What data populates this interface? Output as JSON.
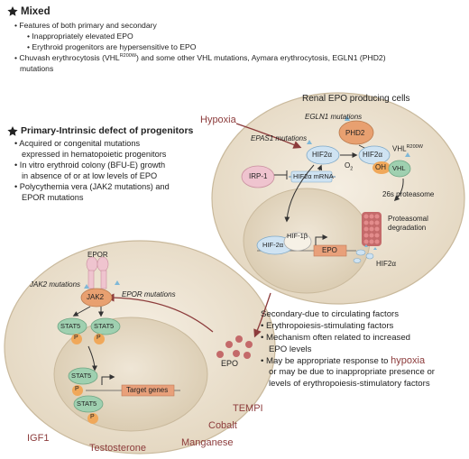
{
  "mixed": {
    "title": "Mixed",
    "lines": [
      "• Features of both primary and secondary",
      "• Inappropriately elevated EPO",
      "• Erythroid progenitors are hypersensitive to EPO",
      "• Chuvash erythrocytosis (VHL",
      "R200W",
      ") and some other VHL mutations, Aymara erythrocytosis, EGLN1 (PHD2)",
      "mutations"
    ]
  },
  "primary": {
    "title": "Primary-Intrinsic defect of progenitors",
    "lines": [
      "• Acquired or congenital mutations",
      "expressed in hematopoietic progenitors",
      "• In vitro erythroid colony (BFU-E) growth",
      "in absence of or at low levels of EPO",
      "• Polycythemia vera (JAK2 mutations) and",
      "EPOR mutations"
    ]
  },
  "secondary": {
    "title": "Secondary-due to circulating factors",
    "lines": [
      "• Erythropoiesis-stimulating factors",
      "• Mechanism often related to increased",
      "EPO levels",
      "• May be appropriate response to",
      "hypoxia",
      "or may be due to inappropriate presence or",
      "levels of erythropoiesis-stimulatory factors"
    ]
  },
  "renal": {
    "title": "Renal EPO producing cells",
    "hypoxia": "Hypoxia",
    "egln1": "EGLN1 mutations",
    "phd2": "PHD2",
    "epas1": "EPAS1 mutations",
    "hif2a": "HIF2α",
    "hif2a_oh": "HIF2α",
    "oh": "OH",
    "o2": "O",
    "o2_sub": "2",
    "vhl_mut": "VHL",
    "vhl_mut_sup": "R200W",
    "vhl": "VHL",
    "irp1": "IRP-1",
    "mrna": "HIF2α mRNA",
    "proteasome": "26s proteasome",
    "degradation_1": "Proteasomal",
    "degradation_2": "degradation",
    "hif2a_deg": "HIF2α",
    "hif2a_nuc": "HIF-2α",
    "hif1b": "HIF-1β",
    "epo_gene": "EPO"
  },
  "progenitor": {
    "epor": "EPOR",
    "jak2_mut": "JAK2 mutations",
    "jak2": "JAK2",
    "epor_mut": "EPOR mutations",
    "stat5": "STAT5",
    "p": "P",
    "target": "Target genes"
  },
  "epo_label": "EPO",
  "factors": [
    "TEMPI",
    "Cobalt",
    "IGF1",
    "Manganese",
    "Testosterone"
  ],
  "colors": {
    "cell": "#ede4d4",
    "cell_edge": "#c9b99c",
    "nucleus": "#e6dac4",
    "accent_red": "#8c3b3b",
    "hif_blue": "#cfe3f2",
    "stat_green": "#9fd0b0",
    "p_orange": "#f0a85a",
    "epo_box": "#e8a07a",
    "irp_pink": "#efc4cf",
    "jak_orange": "#e8a070",
    "epo_dot": "#c46a6a"
  }
}
